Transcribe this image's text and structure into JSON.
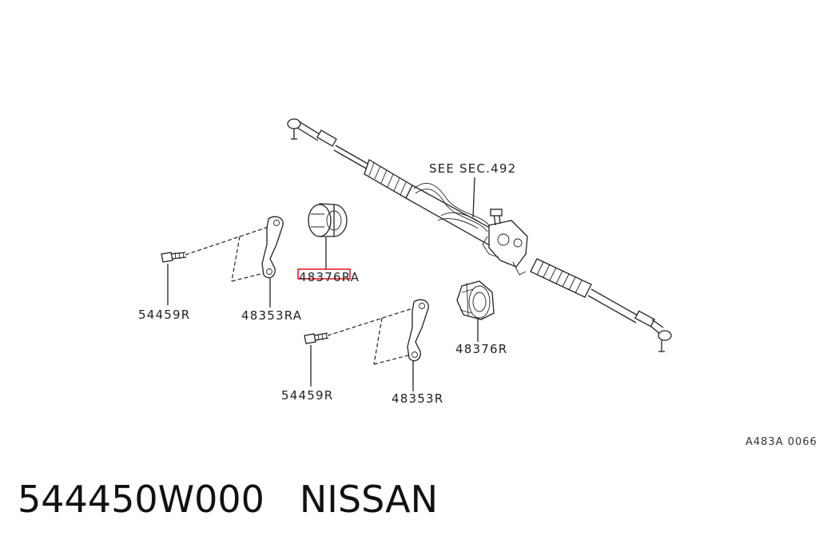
{
  "labels": {
    "see_sec": "SEE SEC.492",
    "part_48376RA": "48376RA",
    "part_54459R_a": "54459R",
    "part_48353RA": "48353RA",
    "part_54459R_b": "54459R",
    "part_48353R": "48353R",
    "part_48376R": "48376R"
  },
  "diagram_code": "A483A 0066",
  "footer": {
    "part_number": "544450W000",
    "brand": "NISSAN"
  },
  "colors": {
    "highlight": "#e8202a",
    "line": "#222222"
  }
}
